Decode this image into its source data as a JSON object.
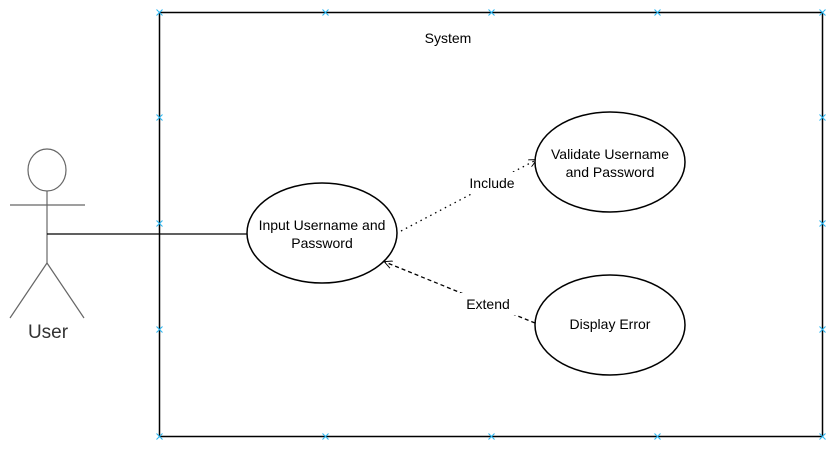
{
  "diagram": {
    "type": "uml-use-case",
    "system": {
      "label": "System"
    },
    "actor": {
      "label": "User"
    },
    "use_cases": {
      "input": {
        "line1": "Input Username and",
        "line2": "Password"
      },
      "validate": {
        "line1": "Validate Username",
        "line2": "and Password"
      },
      "error": {
        "line1": "Display Error"
      }
    },
    "relations": {
      "include": {
        "label": "Include",
        "from": "Input Username and Password",
        "to": "Validate Username and Password"
      },
      "extend": {
        "label": "Extend",
        "from": "Display Error",
        "to": "Input Username and Password"
      },
      "association": {
        "from": "User",
        "to": "Input Username and Password"
      }
    },
    "colors": {
      "stroke": "#000000",
      "actor_stroke": "#666666",
      "actor_label": "#333333",
      "selection_handle": "#29b6f2",
      "background": "#ffffff"
    }
  }
}
